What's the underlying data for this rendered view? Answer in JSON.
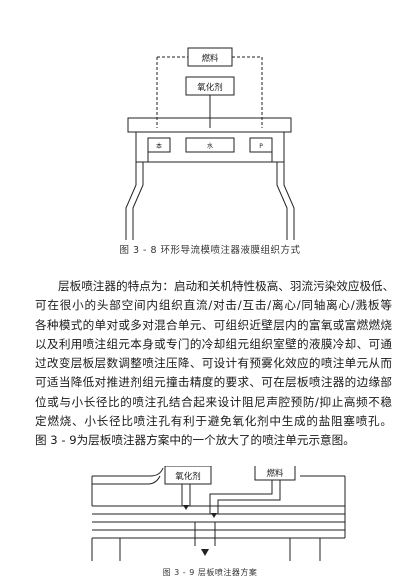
{
  "figure1": {
    "label_fuel": "燃料",
    "label_oxidizer": "氧化剂",
    "slot_left": "本",
    "slot_center": "水",
    "slot_right": "P",
    "caption": "图 3 - 8 环形导流模喷注器液膜组织方式"
  },
  "paragraph": {
    "lines": [
      "层板喷注器的特点为：启动和关机特性极高、羽流污染效应极低、",
      "可在很小的头部空间内组织直流/对击/互击/离心/同轴离心/溅板等",
      "各种模式的单对或多对混合单元、可组织近壁层内的富氧或富燃燃烧",
      "以及利用喷注组元本身或专门的冷却组元组织室壁的液膜冷却、可通",
      "过改变层板层数调整喷注压降、可设计有预雾化效应的喷注单元从而",
      "可适当降低对推进剂组元撞击精度的要求、可在层板喷注器的边缘部",
      "位或与小长径比的喷注孔结合起来设计阻尼声腔预防/抑止高频不稳",
      "定燃烧、小长径比喷注孔有利于避免氧化剂中生成的盐阻塞喷孔。",
      "图 3 - 9为层板喷注器方案中的一个放大了的喷注单元示意图。"
    ]
  },
  "figure2": {
    "label_oxidizer": "氧化剂",
    "label_fuel": "燃料",
    "caption": "图 3 - 9 层板喷注器方案"
  }
}
